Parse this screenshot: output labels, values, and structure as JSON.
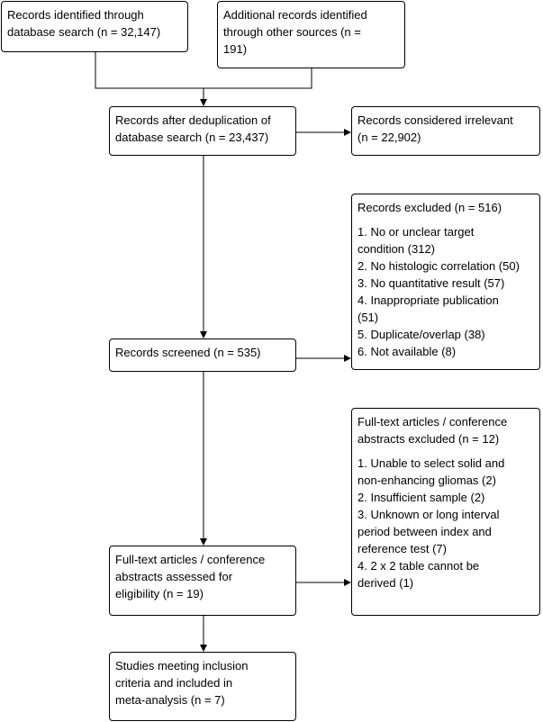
{
  "colors": {
    "stroke": "#000000",
    "background": "#ffffff",
    "text": "#000000"
  },
  "boxes": {
    "db_search": {
      "lines": [
        "Records identified through",
        "database search (n = 32,147)"
      ]
    },
    "other_sources": {
      "lines": [
        "Additional records identified",
        "through other sources (n =",
        "191)"
      ]
    },
    "dedup": {
      "lines": [
        "Records after deduplication of",
        "database search (n = 23,437)"
      ]
    },
    "irrelevant": {
      "lines": [
        "Records considered irrelevant",
        "(n = 22,902)"
      ]
    },
    "excluded": {
      "heading": "Records excluded (n = 516)",
      "lines": [
        "1. No or unclear target",
        "condition (312)",
        "2. No histologic correlation (50)",
        "3. No quantitative result (57)",
        "4. Inappropriate publication",
        "(51)",
        "5. Duplicate/overlap (38)",
        "6. Not available (8)"
      ]
    },
    "screened": {
      "lines": [
        "Records screened (n = 535)"
      ]
    },
    "fulltext_excluded": {
      "heading_lines": [
        "Full-text articles / conference",
        "abstracts excluded (n = 12)"
      ],
      "lines": [
        "1. Unable to select solid and",
        "non-enhancing gliomas (2)",
        "2. Insufficient sample (2)",
        "3. Unknown or long interval",
        "period between index and",
        "reference test (7)",
        "4. 2 x 2 table cannot be",
        "derived (1)"
      ]
    },
    "fulltext_assessed": {
      "lines": [
        "Full-text articles / conference",
        "abstracts assessed for",
        "eligibility (n = 19)"
      ]
    },
    "included": {
      "lines": [
        "Studies meeting inclusion",
        "criteria and included in",
        "meta-analysis (n = 7)"
      ]
    }
  }
}
